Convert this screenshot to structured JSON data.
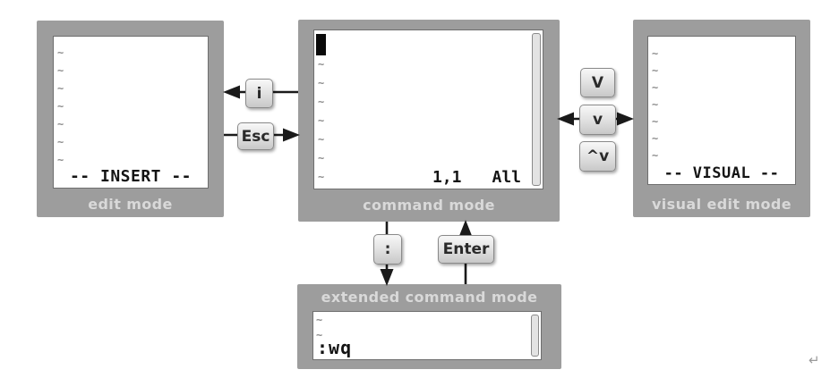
{
  "colors": {
    "frame_gray": "#9d9d9d",
    "caption_text": "#d9d9d9",
    "screen_text": "#141414",
    "tilde_gray": "#8f8f8f",
    "key_face": "#e4e4e4",
    "arrow_black": "#1a1a1a"
  },
  "boxes": {
    "edit": {
      "caption": "edit mode",
      "status": "-- INSERT --",
      "tildes": "~\n~\n~\n~\n~\n~\n~"
    },
    "command": {
      "caption": "command mode",
      "cursor_position": "1,1",
      "scroll_position": "All",
      "tildes": "~\n~\n~\n~\n~\n~\n~"
    },
    "visual": {
      "caption": "visual edit mode",
      "status": "-- VISUAL --",
      "tildes": "~\n~\n~\n~\n~\n~\n~"
    },
    "extended": {
      "caption": "extended command mode",
      "command_line": ":wq",
      "tildes": "~\n~"
    }
  },
  "keys": {
    "insert": "i",
    "escape": "Esc",
    "visual_line": "V",
    "visual_char": "v",
    "visual_block": "^v",
    "colon": ":",
    "enter": "Enter"
  },
  "artifacts": {
    "return_mark": "↵"
  }
}
